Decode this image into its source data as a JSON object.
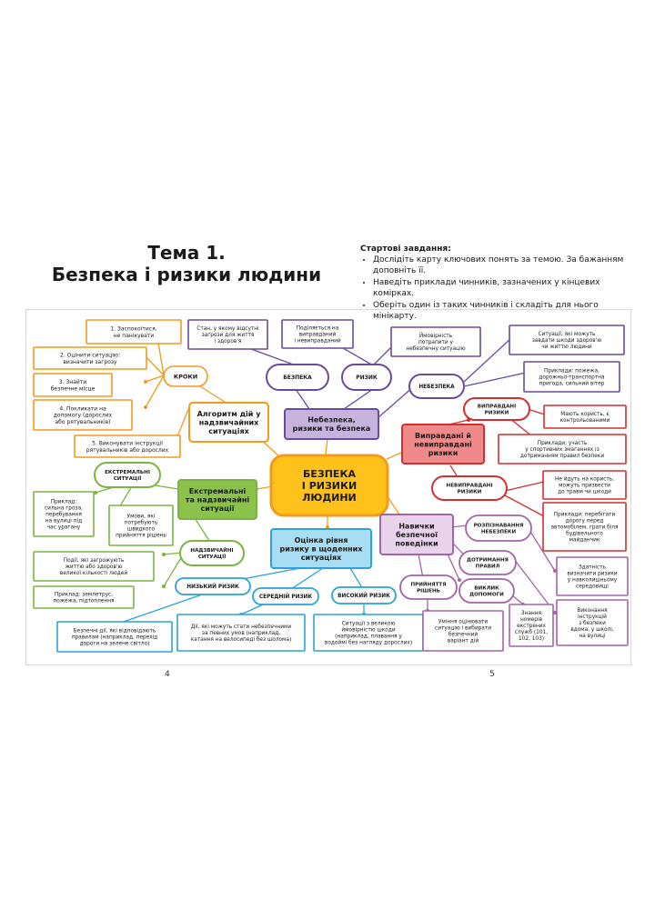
{
  "header": {
    "title_line1": "Тема 1.",
    "title_line2": "Безпека і ризики людини"
  },
  "tasks": {
    "title": "Стартові завдання:",
    "items": [
      "Дослідіть карту ключових понять за темою. За бажанням доповніть її.",
      "Наведіть приклади чинників, зазначених у кінцевих комірках.",
      "Оберіть один із таких чинників і складіть для нього мінікарту."
    ]
  },
  "colors": {
    "orange": "#f39a1e",
    "purple": "#6a4a9c",
    "red": "#d32f2f",
    "green": "#7cb342",
    "blue": "#29a3d9",
    "pink_purple": "#a364a8"
  },
  "mindmap": {
    "center": "БЕЗПЕКА\nІ РИЗИКИ\nЛЮДИНИ",
    "algorithm": {
      "title": "Алгоритм дій у\nнадзвичайних\nситуаціях",
      "kroky": "КРОКИ",
      "steps": [
        "1. Заспокоїтися,\nне панікувати",
        "2. Оцінити ситуацію:\nвизначити загрозу",
        "3. Знайти\nбезпечне місце",
        "4. Покликати на\nдопомогу (дорослих\nабо рятувальників)",
        "5. Виконувати інструкції\nрятувальників або дорослих"
      ]
    },
    "danger": {
      "title": "Небезпека,\nризики та безпека",
      "bezpeka": "БЕЗПЕКА",
      "ryzyk": "РИЗИК",
      "nebezpeka": "НЕБЕЗПЕКА",
      "bezpeka_def": "Стан, у якому відсутні\nзагрози для життя\nі здоров'я",
      "ryzyk_def": "Поділяється на\nвиправданий\nі невиправданий",
      "ryzyk_def2": "Ймовірність\nпотрапити у\nнебезпечну ситуацію",
      "nebezpeka_def": "Ситуації, які можуть\nзавдати шкоди здоров'ю\nчи життю людини",
      "nebezpeka_ex": "Приклади: пожежа,\nдорожньо-транспортна\nпригода, сильний вітер"
    },
    "justified": {
      "title": "Виправдані й\nневиправдані\nризики",
      "just": "ВИПРАВДАНІ\nРИЗИКИ",
      "just_def": "Мають користь, є\nконтрольованими",
      "just_ex": "Приклади: участь\nу спортивних змаганнях із\nдотриманням правил безпеки",
      "unjust": "НЕВИПРАВДАНІ\nРИЗИКИ",
      "unjust_def": "Не йдуть на користь,\nможуть призвести\nдо травм чи шкоди",
      "unjust_ex": "Приклади: перебігати\nдорогу перед\nавтомобілем, грати біля\nбудівельного\nмайданчик"
    },
    "extreme": {
      "title": "Екстремальні\nта надзвичайні\nситуації",
      "ext": "ЕКСТРЕМАЛЬНІ\nСИТУАЦІЇ",
      "ext_ex": "Приклад:\nсильна гроза,\nперебування\nна вулиці під\nчас урагану",
      "ext_def": "Умови, які\nпотребують\nшвидкого\nприйняття рішень",
      "emerg": "НАДЗВИЧАЙНІ\nСИТУАЦІЇ",
      "emerg_def": "Події, які загрожують\nжиттю або здоров'ю\nвеликої кількості людей",
      "emerg_ex": "Приклад: землетрус,\nпожежа, підтоплення"
    },
    "risk_level": {
      "title": "Оцінка рівня\nризику в щоденних\nситуаціях",
      "low": "НИЗЬКИЙ РИЗИК",
      "medium": "СЕРЕДНІЙ РИЗИК",
      "high": "ВИСОКИЙ РИЗИК",
      "low_def": "Безпечні дії, які відповідають\nправилам (наприклад, перехід\nдороги на зелене світло)",
      "medium_def": "Дії, які можуть стати небезпечними\nза певних умов (наприклад,\nкатання на велосипеді без шолома)",
      "high_def": "Ситуації з великою\nймовірністю шкоди\n(наприклад, плавання у\nводоймі без нагляду дорослих)"
    },
    "skills": {
      "title": "Навички\nбезпечної\nповедінки",
      "recognize": "РОЗПІЗНАВАННЯ\nНЕБЕЗПЕКИ",
      "recognize_def": "Здатність\nвизначити ризики\nу навколишньому\nсередовищі",
      "rules": "ДОТРИМАННЯ\nПРАВИЛ",
      "rules_def": "Виконання\nінструкцій\nз безпеки\nвдома, у школі,\nна вулиці",
      "call": "ВИКЛИК\nДОПОМОГИ",
      "call_def": "Знання\nномерів\nекстрених\nслужб (101,\n102, 103)",
      "decision": "ПРИЙНЯТТЯ\nРІШЕНЬ",
      "decision_def": "Уміння оцінювати\nситуацію і вибирати\nбезпечний\nваріант дій"
    }
  },
  "page_numbers": {
    "left": "4",
    "right": "5"
  }
}
